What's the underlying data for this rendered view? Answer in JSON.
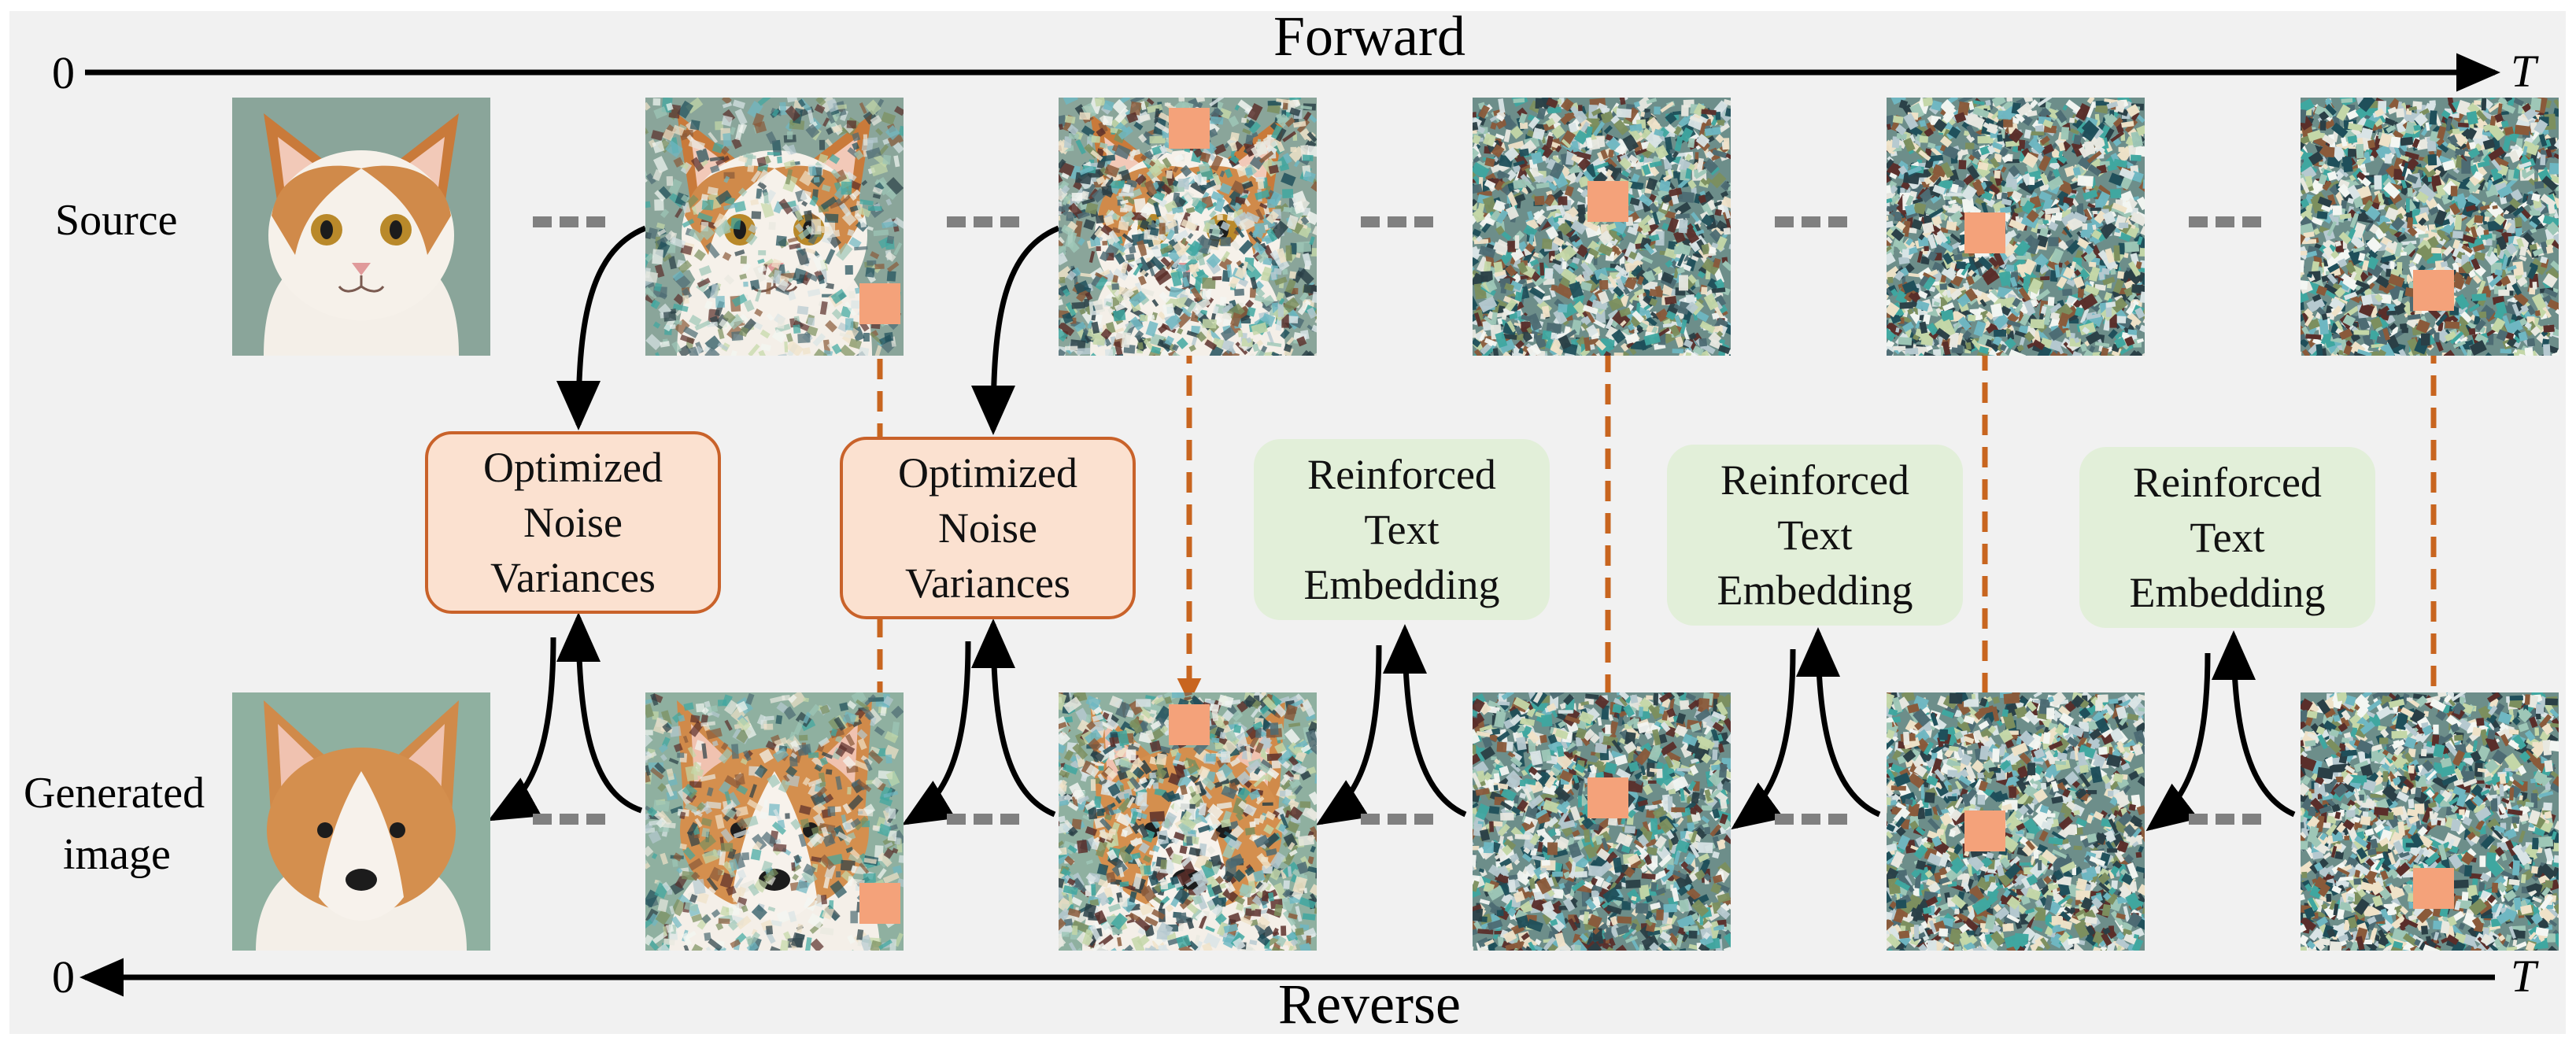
{
  "forward": {
    "label": "Forward",
    "start": "0",
    "end": "T"
  },
  "reverse": {
    "label": "Reverse",
    "start": "0",
    "end": "T"
  },
  "rows": {
    "source": "Source",
    "generated_line1": "Generated",
    "generated_line2": "image"
  },
  "modules": [
    {
      "kind": "optimized",
      "lines": [
        "Optimized",
        "Noise",
        "Variances"
      ]
    },
    {
      "kind": "optimized",
      "lines": [
        "Optimized",
        "Noise",
        "Variances"
      ]
    },
    {
      "kind": "reinforced",
      "lines": [
        "Reinforced",
        "Text",
        "Embedding"
      ]
    },
    {
      "kind": "reinforced",
      "lines": [
        "Reinforced",
        "Text",
        "Embedding"
      ]
    },
    {
      "kind": "reinforced",
      "lines": [
        "Reinforced",
        "Text",
        "Embedding"
      ]
    }
  ],
  "images": {
    "source": [
      "clean cat",
      "lightly noised cat",
      "noisy cat",
      "noise",
      "noise",
      "noise"
    ],
    "generated": [
      "clean corgi",
      "lightly noised corgi",
      "noisy corgi",
      "noise",
      "noise",
      "noise"
    ],
    "noise_levels": [
      0,
      0.35,
      0.65,
      0.88,
      0.95,
      1.0
    ]
  },
  "colors": {
    "optimized_fill": "#fbe1d0",
    "optimized_border": "#c9622a",
    "reinforced_fill": "#e2efd9",
    "marker": "#f4a27a",
    "dashed_link": "#c8651f",
    "arrow": "#000000",
    "panel": "#f1f1f1"
  }
}
